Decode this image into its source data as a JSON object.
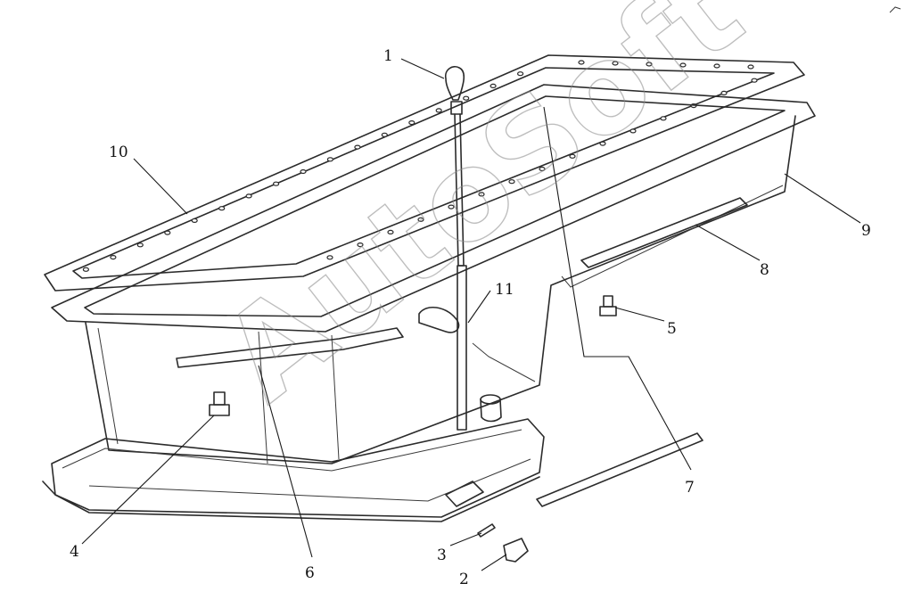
{
  "watermark": "AutoSoft",
  "callouts": [
    {
      "id": "1",
      "label": "1"
    },
    {
      "id": "2",
      "label": "2"
    },
    {
      "id": "3",
      "label": "3"
    },
    {
      "id": "4",
      "label": "4"
    },
    {
      "id": "5",
      "label": "5"
    },
    {
      "id": "6",
      "label": "6"
    },
    {
      "id": "7",
      "label": "7"
    },
    {
      "id": "8",
      "label": "8"
    },
    {
      "id": "9",
      "label": "9"
    },
    {
      "id": "10",
      "label": "10"
    },
    {
      "id": "11",
      "label": "11"
    }
  ],
  "colors": {
    "line": "#2b2b2b",
    "background": "#ffffff",
    "watermark": "#8a8a8a"
  }
}
